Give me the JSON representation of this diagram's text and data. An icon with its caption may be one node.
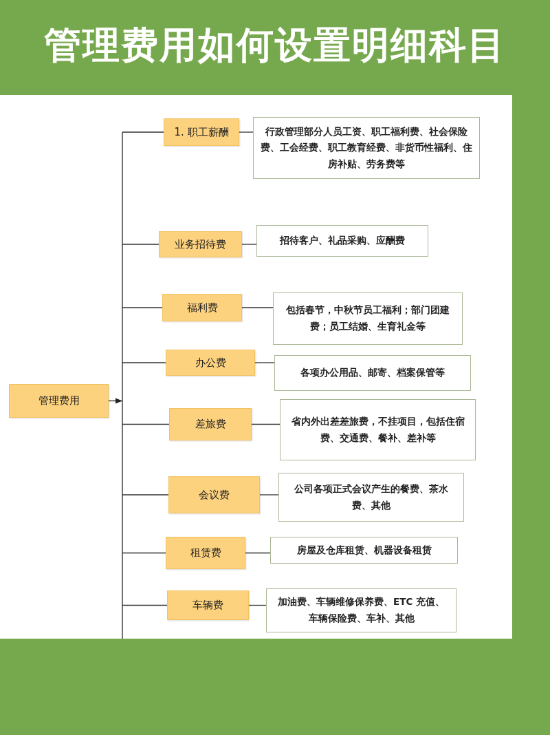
{
  "diagram": {
    "title": "管理费用如何设置明细科目",
    "nodes": [
      {
        "text": [
          "管理费用"
        ]
      },
      {
        "text": [
          "1. 职工薪酬"
        ]
      },
      {
        "text": [
          "行政管理部分人员工资、职工福利费、社会保险费、工会经费、职工教育经费、非货币性福利、住房补贴、劳务费等"
        ]
      },
      {
        "text": [
          "业务招待费"
        ]
      },
      {
        "text": [
          "招待客户、礼品采购、应酬费"
        ]
      },
      {
        "text": [
          "福利费"
        ]
      },
      {
        "text": [
          "包括春节，中秋节员工福利；部门团建费；员工结婚、生育礼金等"
        ]
      },
      {
        "text": [
          "办公费"
        ]
      },
      {
        "text": [
          "各项办公用品、邮寄、档案保管等"
        ]
      },
      {
        "text": [
          "差旅费"
        ]
      },
      {
        "text": [
          "省内外出差差旅费，不挂项目，包括住宿费、交通费、餐补、差补等"
        ]
      },
      {
        "text": [
          "会议费"
        ]
      },
      {
        "text": [
          "公司各项正式会议产生的餐费、茶水费、其他"
        ]
      },
      {
        "text": [
          "租赁费"
        ]
      },
      {
        "text": [
          "房屋及仓库租赁、机器设备租赁"
        ]
      },
      {
        "text": [
          "车辆费"
        ]
      },
      {
        "text": [
          "加油费、车辆维修保养费、ETC 充值、车辆保险费、车补、其他"
        ]
      }
    ],
    "edges": [
      {
        "from": 0,
        "to": 1,
        "arrow": "none"
      },
      {
        "from": 0,
        "to": 3,
        "arrow": "none"
      },
      {
        "from": 0,
        "to": 5,
        "arrow": "none"
      },
      {
        "from": 0,
        "to": 7,
        "arrow": "none"
      },
      {
        "from": 0,
        "to": 9,
        "arrow": "none"
      },
      {
        "from": 0,
        "to": 11,
        "arrow": "none"
      },
      {
        "from": 0,
        "to": 13,
        "arrow": "none"
      },
      {
        "from": 0,
        "to": 15,
        "arrow": "none"
      },
      {
        "from": 1,
        "to": 2,
        "arrow": "none"
      },
      {
        "from": 3,
        "to": 4,
        "arrow": "none"
      },
      {
        "from": 5,
        "to": 6,
        "arrow": "none"
      },
      {
        "from": 7,
        "to": 8,
        "arrow": "none"
      },
      {
        "from": 9,
        "to": 10,
        "arrow": "none"
      },
      {
        "from": 11,
        "to": 12,
        "arrow": "none"
      },
      {
        "from": 13,
        "to": 14,
        "arrow": "none"
      },
      {
        "from": 15,
        "to": 16,
        "arrow": "none"
      }
    ]
  }
}
